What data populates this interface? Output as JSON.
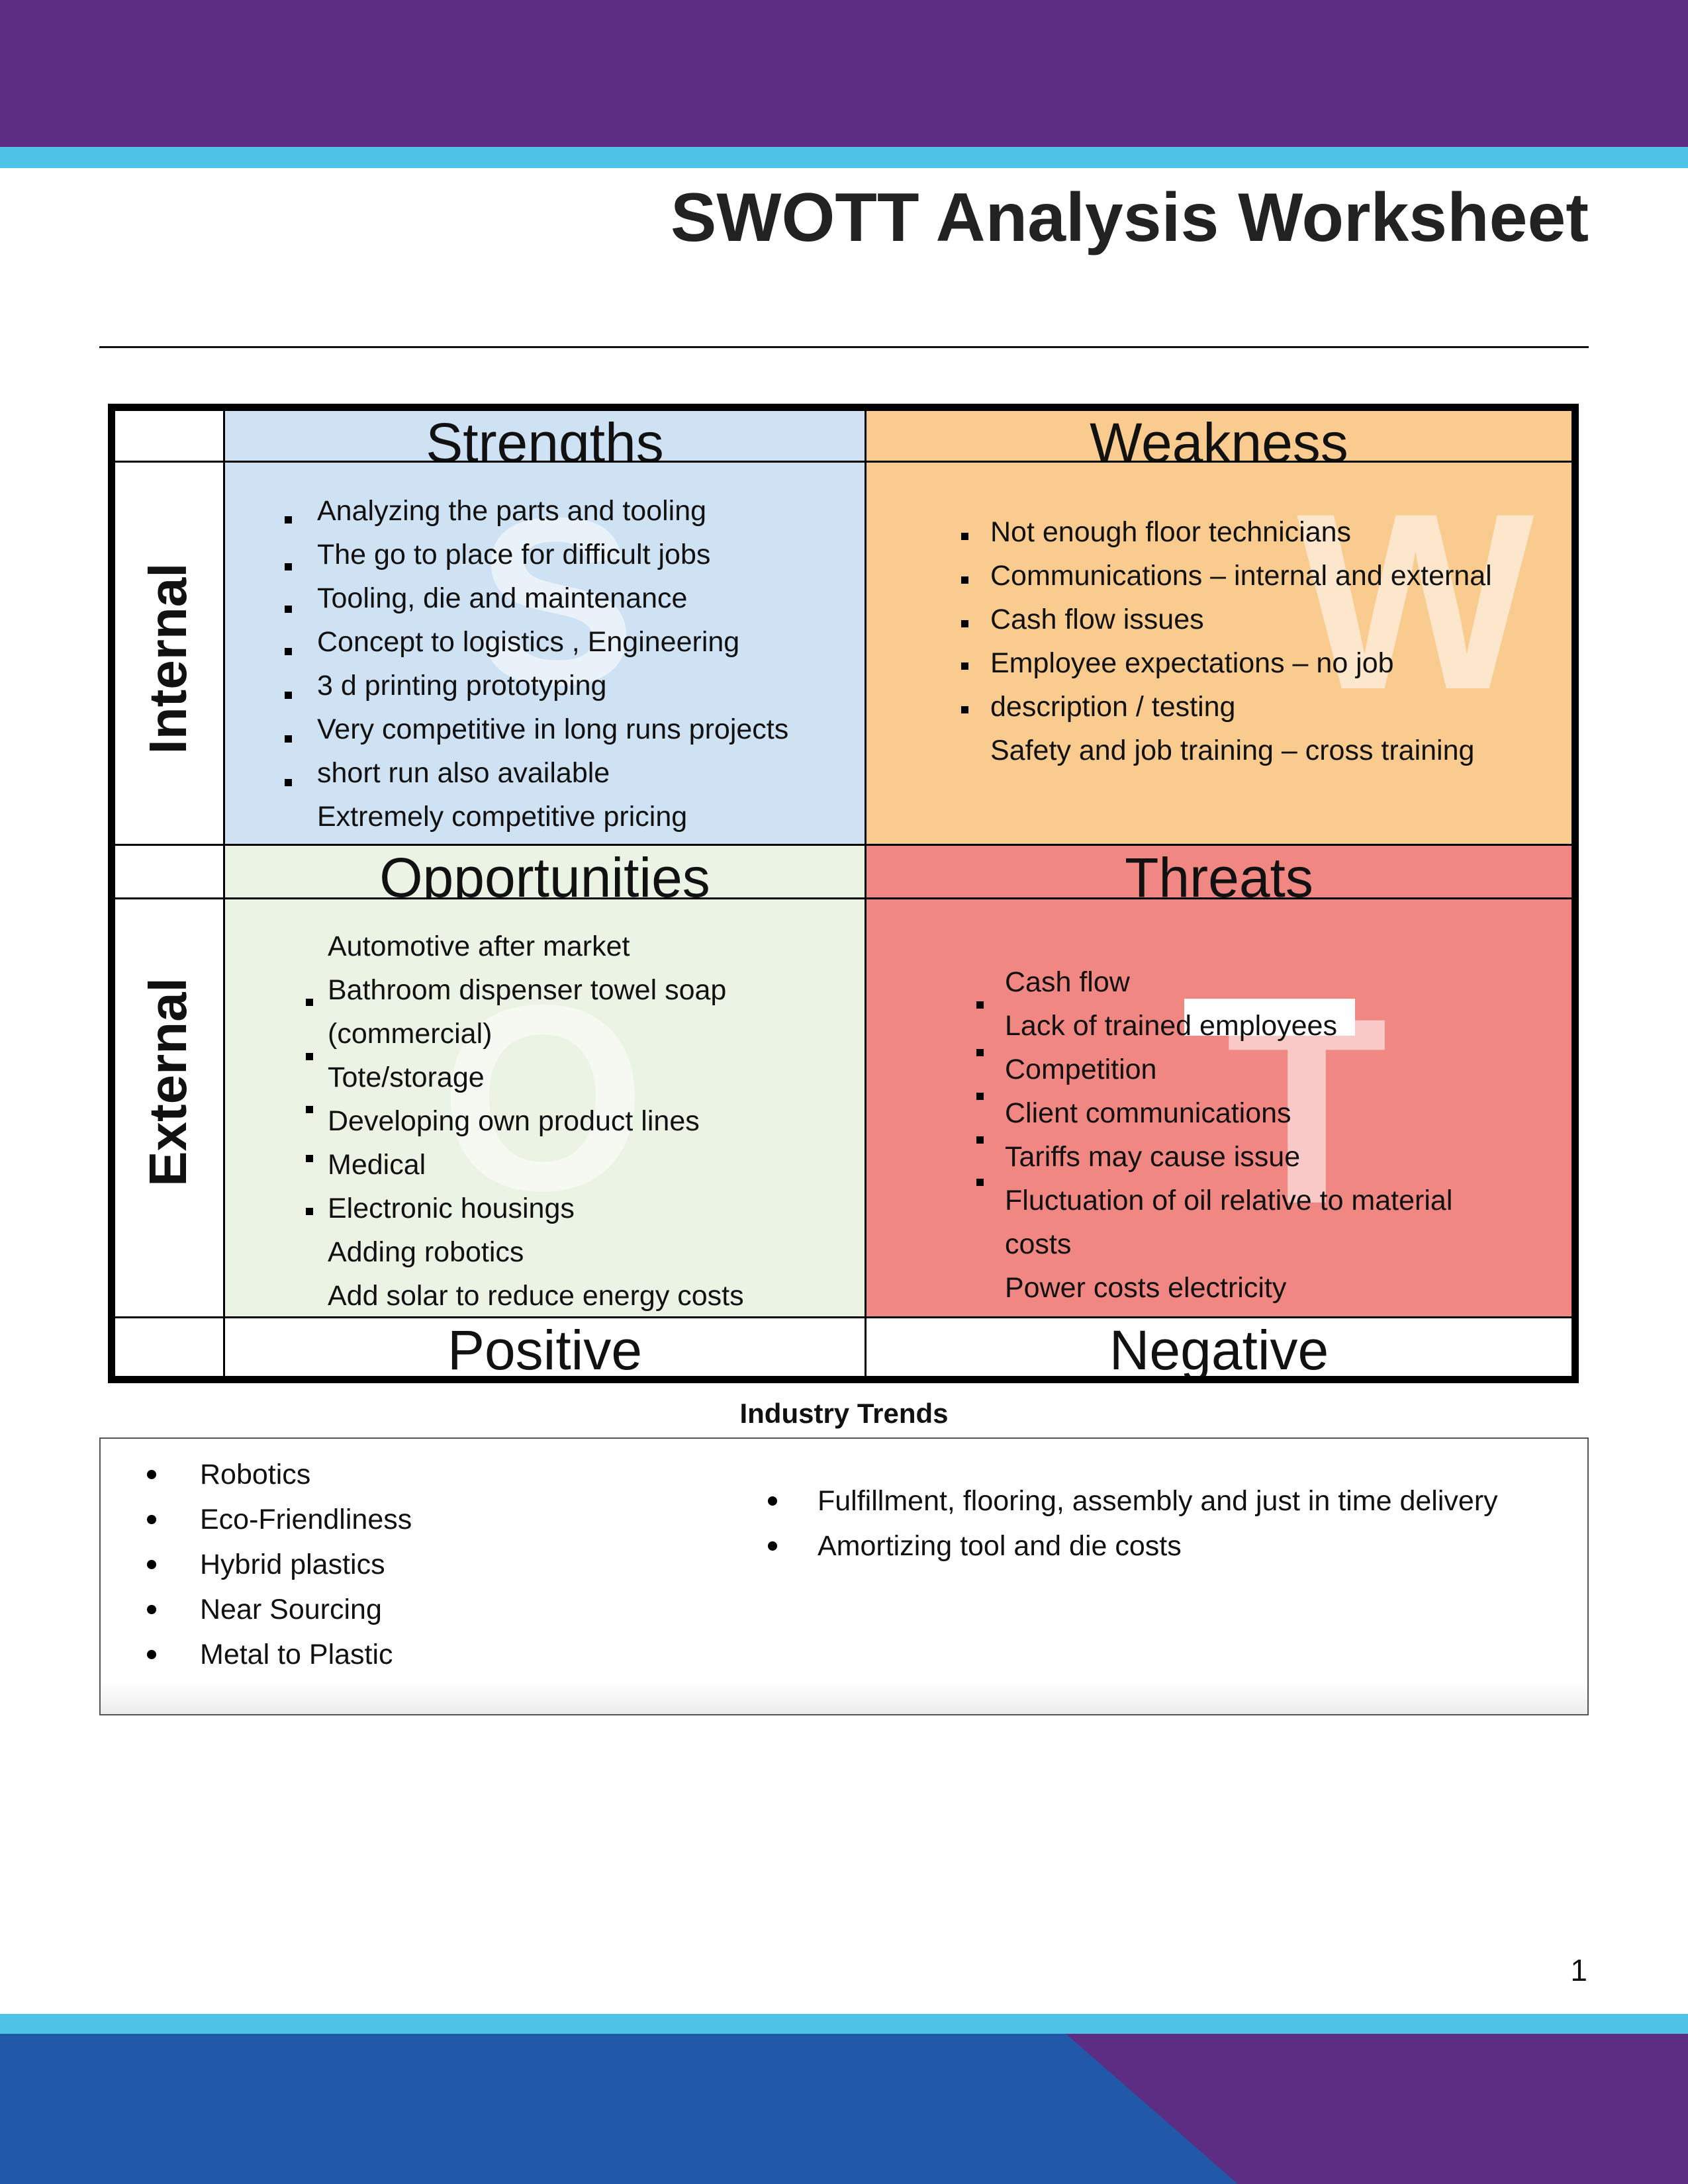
{
  "title": "SWOTT Analysis Worksheet",
  "colors": {
    "top_band": "#5c2d82",
    "stripe": "#4ec3e6",
    "bottom_band": "#2159a8",
    "strengths_bg": "#cfe2f3",
    "weakness_bg": "#f9cb8e",
    "opportunities_bg": "#eaf3e4",
    "threats_bg": "#f08782"
  },
  "swot": {
    "side_labels": {
      "internal": "Internal",
      "external": "External"
    },
    "bottom_labels": {
      "positive": "Positive",
      "negative": "Negative"
    },
    "strengths": {
      "header": "Strengths",
      "watermark": "S",
      "items": [
        "Analyzing the parts and tooling",
        "The go to place for difficult jobs",
        "Tooling, die and maintenance",
        "Concept to logistics , Engineering",
        "3 d printing prototyping",
        "Very competitive in long runs projects",
        "short run also available",
        "Extremely competitive pricing"
      ]
    },
    "weakness": {
      "header": "Weakness",
      "watermark": "W",
      "items": [
        "Not enough floor technicians",
        "Communications – internal and external",
        "Cash flow issues",
        "Employee expectations – no job",
        "description / testing",
        "Safety and job training – cross training"
      ]
    },
    "opportunities": {
      "header": "Opportunities",
      "watermark": "O",
      "items": [
        "Automotive after market",
        "Bathroom dispenser towel soap",
        "(commercial)",
        "Tote/storage",
        "Developing own product lines",
        "Medical",
        "Electronic housings",
        "Adding robotics",
        "Add solar to reduce energy costs"
      ]
    },
    "threats": {
      "header": "Threats",
      "watermark": "T",
      "items": [
        "Cash flow",
        "Lack of trained employees",
        "Competition",
        "Client communications",
        "Tariffs may cause issue",
        "Fluctuation of oil relative to material",
        "costs",
        "Power costs electricity"
      ]
    }
  },
  "industry_trends": {
    "title": "Industry Trends",
    "left_items": [
      "Robotics",
      "Eco-Friendliness",
      "Hybrid plastics",
      "Near Sourcing",
      "Metal to Plastic"
    ],
    "right_items": [
      "Fulfillment, flooring, assembly and just in time delivery",
      "Amortizing tool and die costs"
    ]
  },
  "page_number": "1"
}
